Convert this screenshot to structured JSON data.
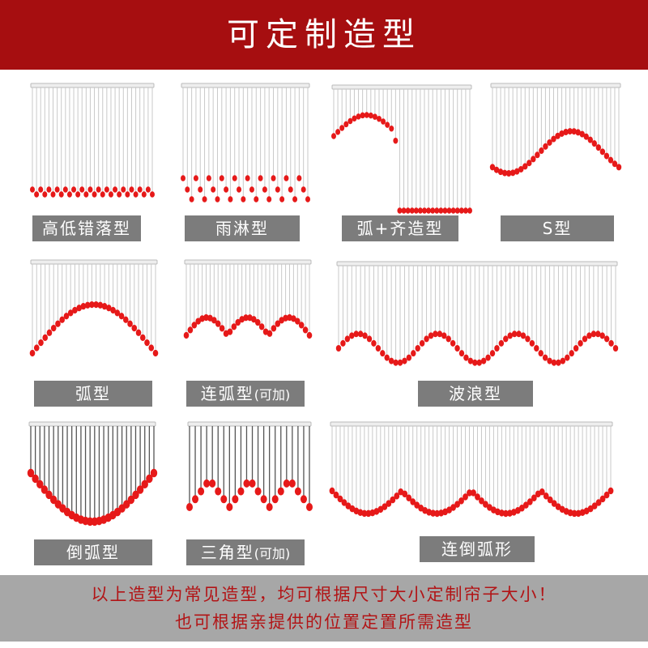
{
  "header": {
    "title": "可定制造型"
  },
  "colors": {
    "header_bg": "#a60e10",
    "label_bg": "#7c7c7c",
    "bead": "#e61919",
    "footer_bg": "#a7a7a7",
    "footer_text": "#b21416"
  },
  "styles": [
    {
      "id": "stagger",
      "label": "高低错落型",
      "suffix": ""
    },
    {
      "id": "rain",
      "label": "雨淋型",
      "suffix": ""
    },
    {
      "id": "arc-flat",
      "label": "弧+齐造型",
      "suffix": ""
    },
    {
      "id": "s-shape",
      "label": "S型",
      "suffix": ""
    },
    {
      "id": "arc",
      "label": "弧型",
      "suffix": ""
    },
    {
      "id": "multi-arc",
      "label": "连弧型",
      "suffix": "(可加)"
    },
    {
      "id": "wave",
      "label": "波浪型",
      "suffix": ""
    },
    {
      "id": "inv-arc",
      "label": "倒弧型",
      "suffix": ""
    },
    {
      "id": "triangle",
      "label": "三角型",
      "suffix": "(可加)"
    },
    {
      "id": "multi-inv-arc",
      "label": "连倒弧形",
      "suffix": ""
    }
  ],
  "footer": {
    "line1": "以上造型为常见造型，均可根据尺寸大小定制帘子大小！",
    "line2": "也可根据亲提供的位置定置所需造型"
  }
}
